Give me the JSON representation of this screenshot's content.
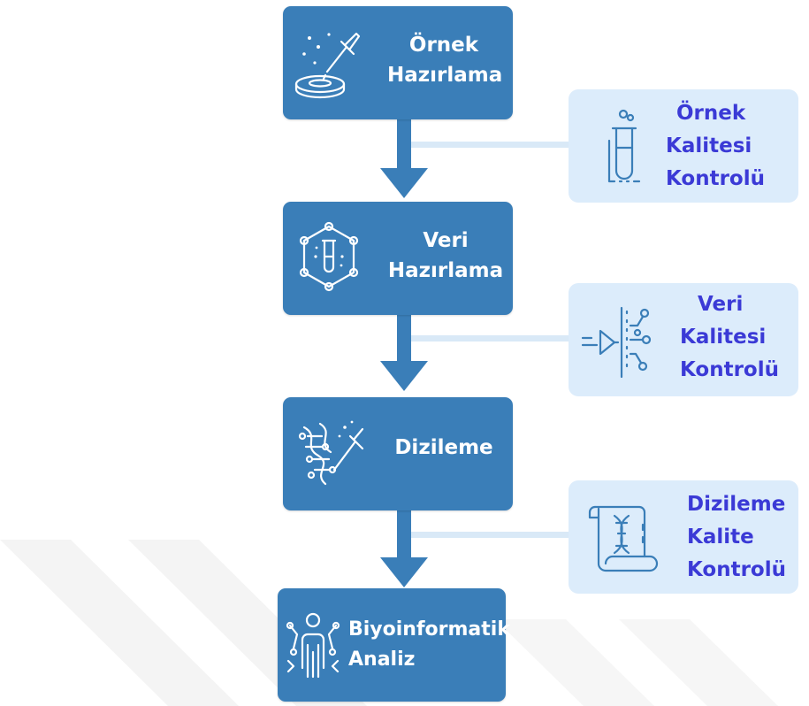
{
  "steps": [
    {
      "line1": "Örnek",
      "line2": "Hazırlama",
      "icon": "pipette-petri-dish-icon"
    },
    {
      "line1": "Veri",
      "line2": "Hazırlama",
      "icon": "test-tube-network-icon"
    },
    {
      "line1": "Dizileme",
      "icon": "dna-sequence-pipette-icon"
    },
    {
      "line1": "Biyoinformatik",
      "line2": "Analiz",
      "icon": "person-network-icon"
    }
  ],
  "quality_checks": [
    {
      "line1": "Örnek",
      "line2": "Kalitesi",
      "line3": "Kontrolü",
      "icon": "sample-tube-icon"
    },
    {
      "line1": "Veri",
      "line2": "Kalitesi",
      "line3": "Kontrolü",
      "icon": "data-filter-icon"
    },
    {
      "line1": "Dizileme",
      "line2": "Kalite",
      "line3": "Kontrolü",
      "icon": "dna-scroll-icon"
    }
  ],
  "colors": {
    "step_fill": "#3a7eb8",
    "step_text": "#ffffff",
    "qc_fill": "#dcecfb",
    "qc_text": "#3b3ad6",
    "connector": "#d9e9f7",
    "watermark": "#f3f3f3"
  }
}
